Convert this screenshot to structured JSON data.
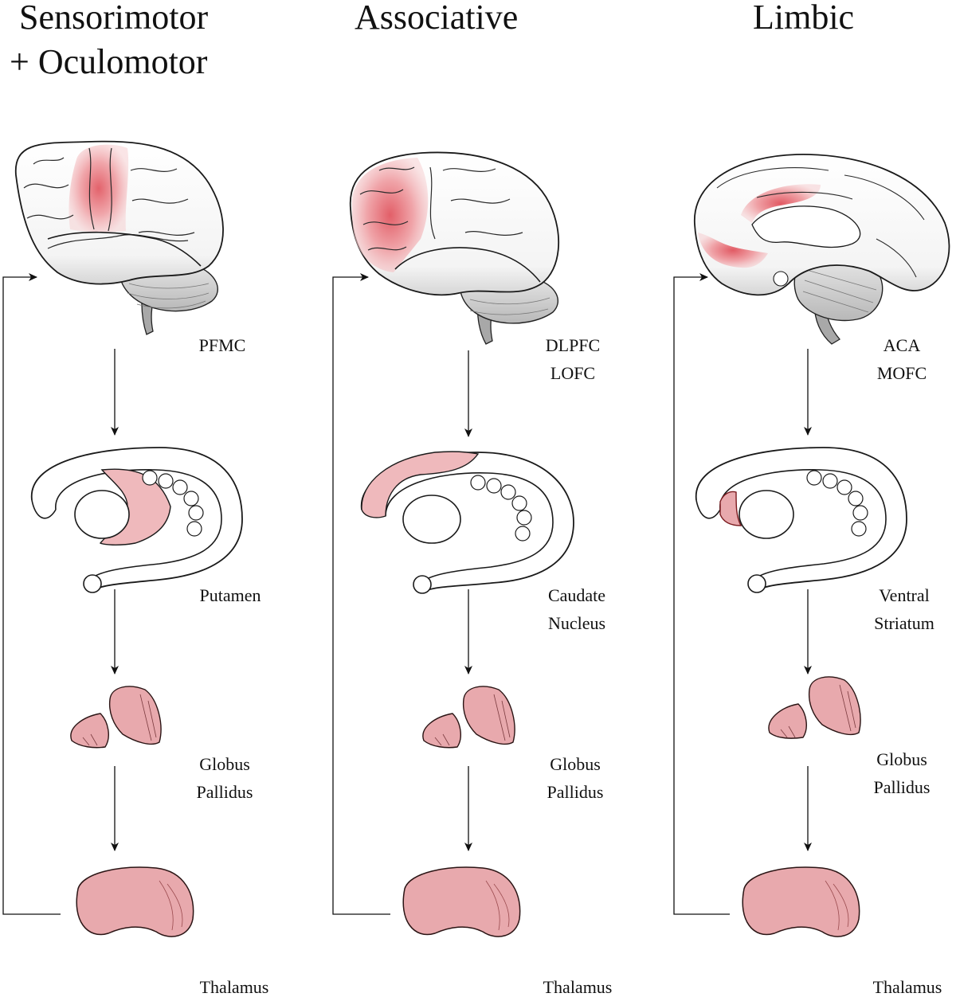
{
  "colors": {
    "highlight": "#e8a9ad",
    "highlight_strong": "#d9232e",
    "outline": "#1a1a1a",
    "brain_shade": "#c9c9c9"
  },
  "columns": [
    {
      "heading_lines": [
        "Sensorimotor",
        "+ Oculomotor"
      ],
      "cortex_lines": [
        "PFMC"
      ],
      "striatum_lines": [
        "Putamen"
      ],
      "pallidus_lines": [
        "Globus",
        "Pallidus"
      ],
      "thalamus_lines": [
        "Thalamus"
      ]
    },
    {
      "heading_lines": [
        "Associative"
      ],
      "cortex_lines": [
        "DLPFC",
        "LOFC"
      ],
      "striatum_lines": [
        "Caudate",
        "Nucleus"
      ],
      "pallidus_lines": [
        "Globus",
        "Pallidus"
      ],
      "thalamus_lines": [
        "Thalamus"
      ]
    },
    {
      "heading_lines": [
        "Limbic"
      ],
      "cortex_lines": [
        "ACA",
        "MOFC"
      ],
      "striatum_lines": [
        "Ventral",
        "Striatum"
      ],
      "pallidus_lines": [
        "Globus",
        "Pallidus"
      ],
      "thalamus_lines": [
        "Thalamus"
      ]
    }
  ]
}
